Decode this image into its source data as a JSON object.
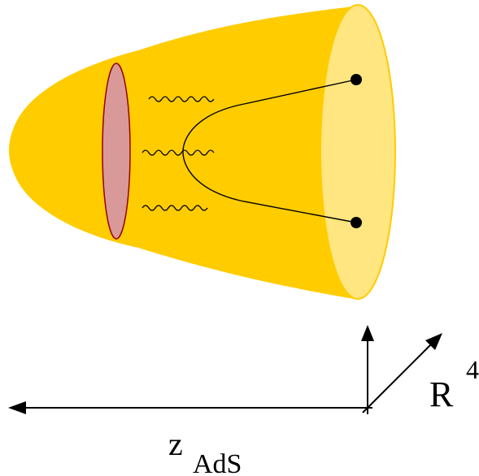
{
  "colors": {
    "background": "#ffffff",
    "cone_fill": "#ffcc00",
    "cap_fill": "#ffe680",
    "cap_stroke": "#ffcc00",
    "disk_fill": "#d99999",
    "disk_stroke": "#990000",
    "line": "#000000"
  },
  "labels": {
    "z_main": "z",
    "z_sub": "AdS",
    "r_main": "R",
    "r_sup": "4"
  },
  "icons": {
    "wavy_lines": "wavy-graviton-icon",
    "endpoints": "filled-dot-icon"
  }
}
